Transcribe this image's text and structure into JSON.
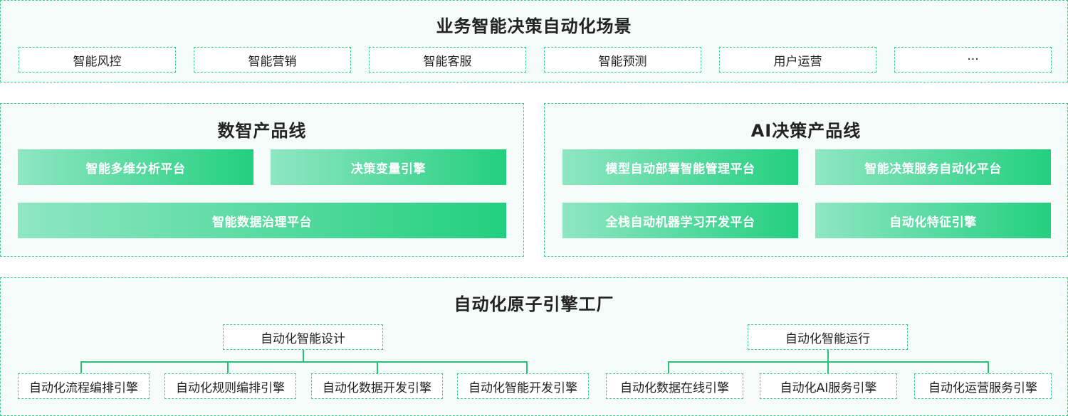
{
  "scenario": {
    "title": "业务智能决策自动化场景",
    "items": [
      "智能风控",
      "智能营销",
      "智能客服",
      "智能预测",
      "用户运营",
      "···"
    ]
  },
  "data_line": {
    "title": "数智产品线",
    "items": [
      "智能多维分析平台",
      "决策变量引擎",
      "智能数据治理平台"
    ]
  },
  "ai_line": {
    "title": "AI决策产品线",
    "items": [
      "模型自动部署智能管理平台",
      "智能决策服务自动化平台",
      "全栈自动机器学习开发平台",
      "自动化特征引擎"
    ]
  },
  "factory": {
    "title": "自动化原子引擎工厂",
    "design": {
      "label": "自动化智能设计",
      "children": [
        "自动化流程编排引擎",
        "自动化规则编排引擎",
        "自动化数据开发引擎",
        "自动化智能开发引擎"
      ]
    },
    "run": {
      "label": "自动化智能运行",
      "children": [
        "自动化数据在线引擎",
        "自动化AI服务引擎",
        "自动化运营服务引擎"
      ]
    }
  },
  "colors": {
    "border": "#3ecf8e",
    "gradient_start": "#8fe6c3",
    "gradient_end": "#23cf7f",
    "connector": "#27c277"
  }
}
